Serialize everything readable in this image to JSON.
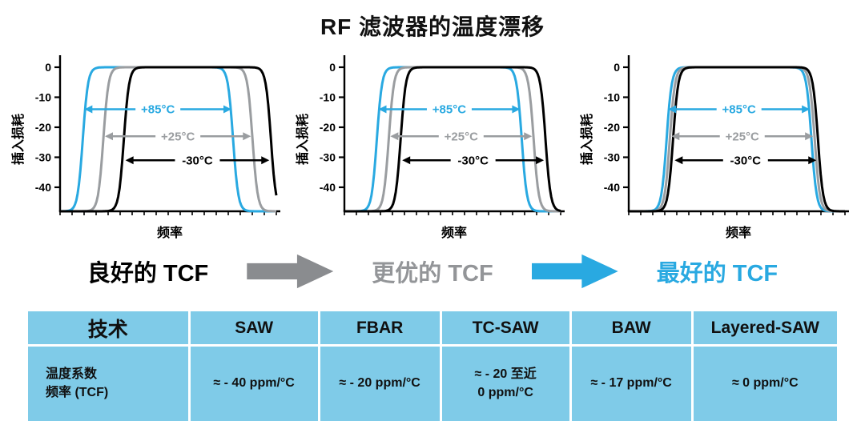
{
  "page": {
    "title": "RF 滤波器的温度漂移"
  },
  "chart_data": [
    {
      "type": "line",
      "name": "good-tcf-filter-response",
      "xlabel": "频率",
      "ylabel": "插入损耗",
      "ylim": [
        -48,
        0
      ],
      "yticks": [
        0,
        -10,
        -20,
        -30,
        -40
      ],
      "series": [
        {
          "name": "+85°C",
          "color": "#29A9E1",
          "band": [
            0.105,
            0.8
          ],
          "label_level": -14
        },
        {
          "name": "+25°C",
          "color": "#9A9DA0",
          "band": [
            0.2,
            0.89
          ],
          "label_level": -23
        },
        {
          "name": "-30°C",
          "color": "#000000",
          "band": [
            0.295,
            0.975
          ],
          "label_level": -31
        }
      ]
    },
    {
      "type": "line",
      "name": "better-tcf-filter-response",
      "xlabel": "频率",
      "ylabel": "插入损耗",
      "ylim": [
        -48,
        0
      ],
      "yticks": [
        0,
        -10,
        -20,
        -30,
        -40
      ],
      "series": [
        {
          "name": "+85°C",
          "color": "#29A9E1",
          "band": [
            0.15,
            0.82
          ],
          "label_level": -14
        },
        {
          "name": "+25°C",
          "color": "#9A9DA0",
          "band": [
            0.205,
            0.875
          ],
          "label_level": -23
        },
        {
          "name": "-30°C",
          "color": "#000000",
          "band": [
            0.26,
            0.93
          ],
          "label_level": -31
        }
      ]
    },
    {
      "type": "line",
      "name": "best-tcf-filter-response",
      "xlabel": "频率",
      "ylabel": "插入损耗",
      "ylim": [
        -48,
        0
      ],
      "yticks": [
        0,
        -10,
        -20,
        -30,
        -40
      ],
      "series": [
        {
          "name": "+85°C",
          "color": "#29A9E1",
          "band": [
            0.175,
            0.845
          ],
          "label_level": -14
        },
        {
          "name": "+25°C",
          "color": "#9A9DA0",
          "band": [
            0.19,
            0.86
          ],
          "label_level": -23
        },
        {
          "name": "-30°C",
          "color": "#000000",
          "band": [
            0.205,
            0.875
          ],
          "label_level": -31
        }
      ]
    }
  ],
  "flow": {
    "steps": [
      {
        "label": "良好的 TCF",
        "color": "#000000"
      },
      {
        "label": "更优的 TCF",
        "color": "#939598"
      },
      {
        "label": "最好的 TCF",
        "color": "#29A9E1"
      }
    ],
    "arrows": [
      {
        "name": "gray-right-arrow",
        "color": "#8A8C8F"
      },
      {
        "name": "blue-right-arrow",
        "color": "#29A9E1"
      }
    ]
  },
  "table": {
    "background": "#7FCBE8",
    "header": [
      "技术",
      "SAW",
      "FBAR",
      "TC-SAW",
      "BAW",
      "Layered-SAW"
    ],
    "rows": [
      {
        "label": "温度系数\n频率 (TCF)",
        "values": [
          "≈ - 40 ppm/°C",
          "≈ - 20 ppm/°C",
          "≈ - 20 至近\n0 ppm/°C",
          "≈ - 17 ppm/°C",
          "≈ 0 ppm/°C"
        ]
      }
    ]
  }
}
